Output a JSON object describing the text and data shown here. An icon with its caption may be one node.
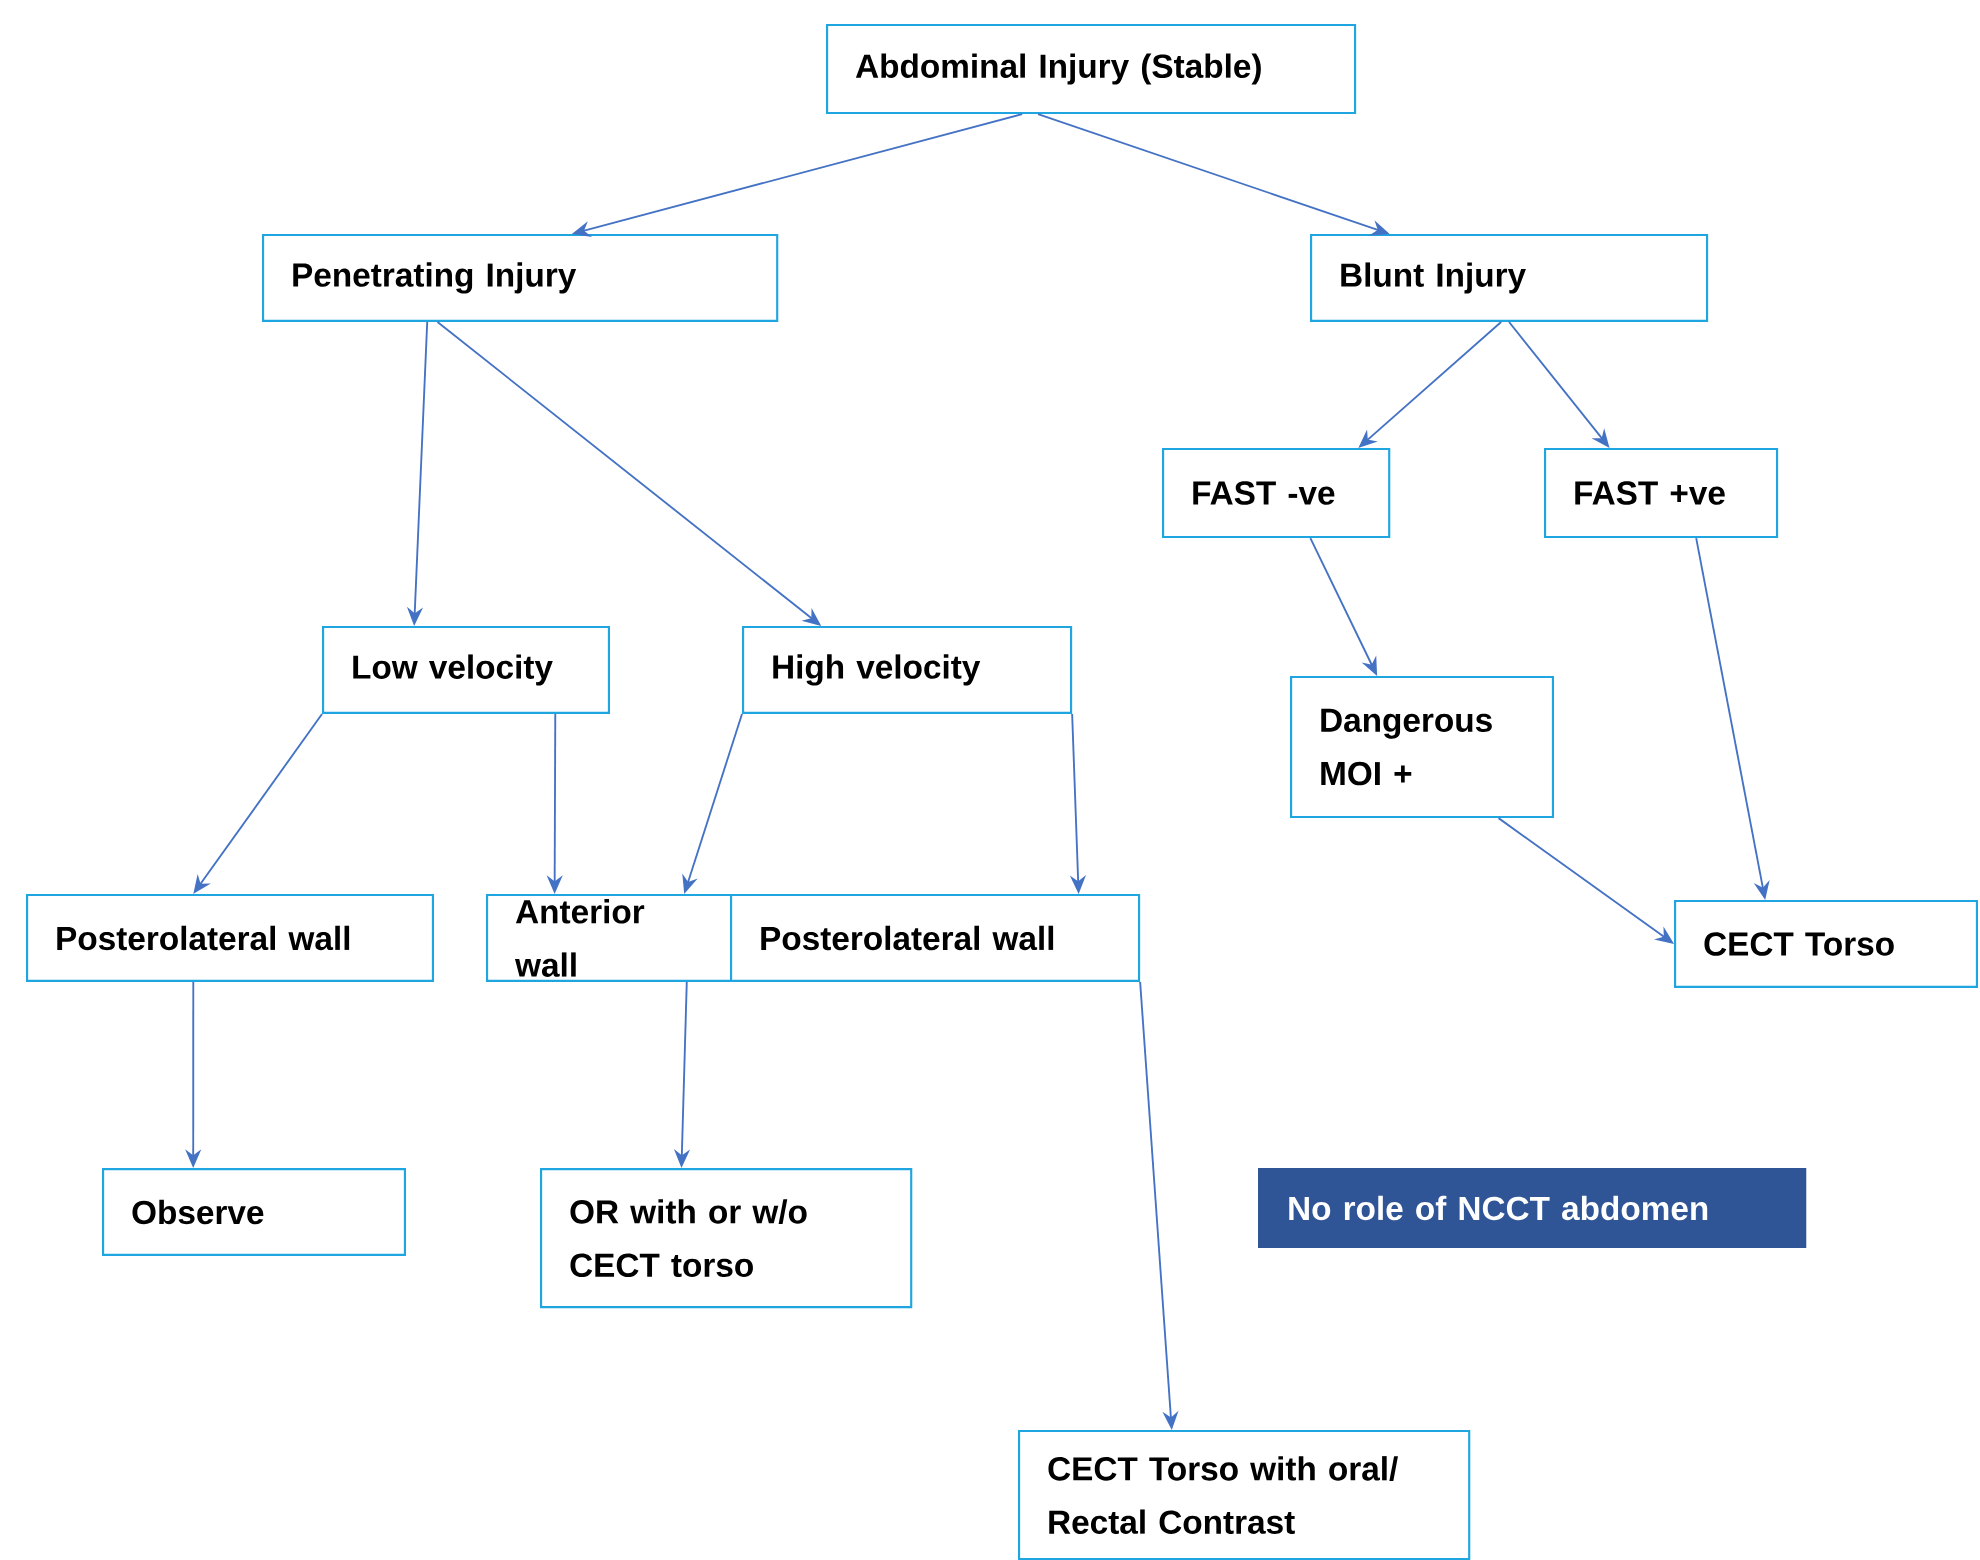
{
  "diagram": {
    "nodes": [
      {
        "text": [
          "Abdominal Injury (Stable)"
        ]
      },
      {
        "text": [
          "Penetrating Injury"
        ]
      },
      {
        "text": [
          "Blunt Injury"
        ]
      },
      {
        "text": [
          "FAST -ve"
        ]
      },
      {
        "text": [
          "FAST +ve"
        ]
      },
      {
        "text": [
          "Low velocity"
        ]
      },
      {
        "text": [
          "High velocity"
        ]
      },
      {
        "text": [
          "Dangerous MOI +"
        ]
      },
      {
        "text": [
          "Posterolateral wall"
        ]
      },
      {
        "text": [
          "Anterior wall"
        ]
      },
      {
        "text": [
          "Posterolateral wall"
        ]
      },
      {
        "text": [
          "CECT Torso"
        ]
      },
      {
        "text": [
          "Observe"
        ]
      },
      {
        "text": [
          "OR with or w/o CECT torso"
        ]
      },
      {
        "text": [
          "No role of NCCT abdomen"
        ]
      },
      {
        "text": [
          "CECT Torso with oral/ Rectal Contrast"
        ]
      }
    ],
    "edges": [
      {
        "from": 0,
        "to": 1,
        "arrow": "to"
      },
      {
        "from": 0,
        "to": 2,
        "arrow": "to"
      },
      {
        "from": 1,
        "to": 5,
        "arrow": "to"
      },
      {
        "from": 1,
        "to": 6,
        "arrow": "to"
      },
      {
        "from": 2,
        "to": 3,
        "arrow": "to"
      },
      {
        "from": 2,
        "to": 4,
        "arrow": "to"
      },
      {
        "from": 3,
        "to": 7,
        "arrow": "to"
      },
      {
        "from": 4,
        "to": 11,
        "arrow": "to"
      },
      {
        "from": 7,
        "to": 11,
        "arrow": "to"
      },
      {
        "from": 5,
        "to": 8,
        "arrow": "to"
      },
      {
        "from": 5,
        "to": 9,
        "arrow": "to"
      },
      {
        "from": 6,
        "to": 9,
        "arrow": "to"
      },
      {
        "from": 6,
        "to": 10,
        "arrow": "to"
      },
      {
        "from": 8,
        "to": 12,
        "arrow": "to"
      },
      {
        "from": 9,
        "to": 13,
        "arrow": "to"
      },
      {
        "from": 10,
        "to": 15,
        "arrow": "to"
      }
    ]
  }
}
